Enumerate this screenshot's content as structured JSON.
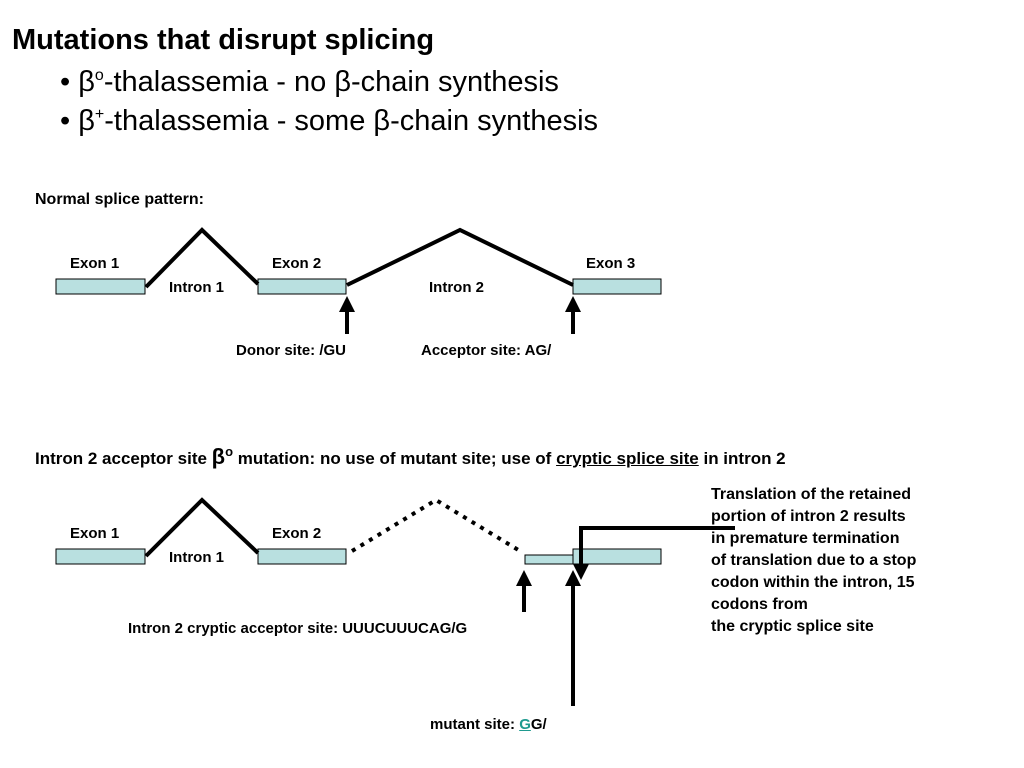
{
  "title": "Mutations that disrupt splicing",
  "bullets": [
    {
      "marker": "•",
      "symbol": "β",
      "sup": "o",
      "rest_a": "-thalassemia - no ",
      "symbol2": "β",
      "rest_b": "-chain synthesis"
    },
    {
      "marker": "•",
      "symbol": "β",
      "sup": "+",
      "rest_a": "-thalassemia - some ",
      "symbol2": "β",
      "rest_b": "-chain synthesis"
    }
  ],
  "normal": {
    "heading": "Normal splice pattern:",
    "exon1": "Exon 1",
    "exon2": "Exon 2",
    "exon3": "Exon 3",
    "intron1": "Intron 1",
    "intron2": "Intron 2",
    "donor": "Donor site: /GU",
    "acceptor": "Acceptor site: AG/"
  },
  "mutant": {
    "heading_a": "Intron 2 acceptor site ",
    "heading_symbol": "β",
    "heading_sup": "o",
    "heading_b": " mutation: no use of mutant site; use of ",
    "heading_link": "cryptic splice site",
    "heading_c": " in intron 2",
    "exon1": "Exon 1",
    "exon2": "Exon 2",
    "intron1": "Intron 1",
    "cryptic": "Intron 2 cryptic acceptor site: UUUCUUUCAG/G",
    "mutant_site_a": "mutant site: ",
    "mutant_site_g": "G",
    "mutant_site_b": "G/",
    "note_lines": [
      "Translation of the retained",
      "portion of intron 2 results",
      "in premature termination",
      "of translation due to a stop",
      "codon within the intron, 15",
      "codons from",
      "the cryptic splice site"
    ]
  },
  "colors": {
    "exon_fill": "#b9e0e0",
    "highlight": "#1f9a8f"
  }
}
